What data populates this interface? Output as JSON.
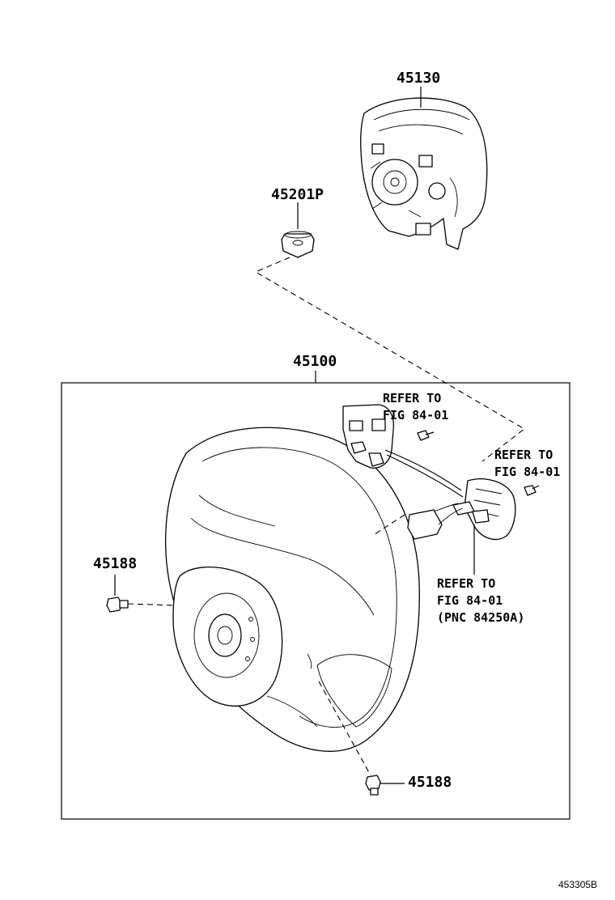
{
  "parts": {
    "pad": "45130",
    "nut": "45201P",
    "wheel": "45100",
    "bolt_left": "45188",
    "bolt_bottom": "45188"
  },
  "references": {
    "upper_switch": [
      "REFER TO",
      "FIG 84-01"
    ],
    "right_switch": [
      "REFER TO",
      "FIG 84-01"
    ],
    "connector": [
      "REFER TO",
      "FIG 84-01",
      "(PNC 84250A)"
    ]
  },
  "diagram_code": "453305B"
}
